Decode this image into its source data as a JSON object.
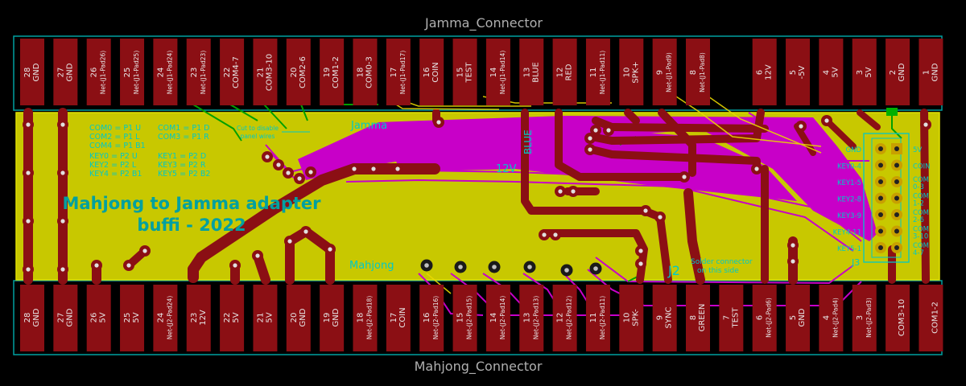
{
  "colors": {
    "background": "#000000",
    "board": "#c8c800",
    "copper_top": "#8b0f14",
    "copper_bottom": "#c800c8",
    "silk": "#00c8c8",
    "outline": "#00a0a0",
    "label_gray": "#b0b0b0",
    "pad_text": "#e8e8e8",
    "green_trace": "#00a000",
    "pad_gold": "#c8a000"
  },
  "top_connector": {
    "name": "Jamma_Connector",
    "pins": [
      {
        "num": "28",
        "label": "GND"
      },
      {
        "num": "27",
        "label": "GND"
      },
      {
        "num": "26",
        "label": "Net-(J1-Pad26)"
      },
      {
        "num": "25",
        "label": "Net-(J1-Pad25)"
      },
      {
        "num": "24",
        "label": "Net-(J1-Pad24)"
      },
      {
        "num": "23",
        "label": "Net-(J1-Pad23)"
      },
      {
        "num": "22",
        "label": "COM4-7"
      },
      {
        "num": "21",
        "label": "COM3-10"
      },
      {
        "num": "20",
        "label": "COM2-6"
      },
      {
        "num": "19",
        "label": "COM1-2"
      },
      {
        "num": "18",
        "label": "COM0-3"
      },
      {
        "num": "17",
        "label": "Net-(J1-Pad17)"
      },
      {
        "num": "16",
        "label": "COIN"
      },
      {
        "num": "15",
        "label": "TEST"
      },
      {
        "num": "14",
        "label": "Net-(J1-Pad14)"
      },
      {
        "num": "13",
        "label": "BLUE"
      },
      {
        "num": "12",
        "label": "RED"
      },
      {
        "num": "11",
        "label": "Net-(J1-Pad11)"
      },
      {
        "num": "10",
        "label": "SPK+"
      },
      {
        "num": "9",
        "label": "Net-(J1-Pad9)"
      },
      {
        "num": "8",
        "label": "Net-(J1-Pad8)"
      },
      {
        "num": "",
        "label": ""
      },
      {
        "num": "6",
        "label": "12V"
      },
      {
        "num": "5",
        "label": "-5V"
      },
      {
        "num": "4",
        "label": "5V"
      },
      {
        "num": "3",
        "label": "5V"
      },
      {
        "num": "2",
        "label": "GND"
      },
      {
        "num": "1",
        "label": "GND"
      }
    ]
  },
  "bottom_connector": {
    "name": "Mahjong_Connector",
    "pins": [
      {
        "num": "28",
        "label": "GND"
      },
      {
        "num": "27",
        "label": "GND"
      },
      {
        "num": "26",
        "label": "5V"
      },
      {
        "num": "25",
        "label": "5V"
      },
      {
        "num": "24",
        "label": "Net-(J2-Pad24)"
      },
      {
        "num": "23",
        "label": "12V"
      },
      {
        "num": "22",
        "label": "5V"
      },
      {
        "num": "21",
        "label": "5V"
      },
      {
        "num": "20",
        "label": "GND"
      },
      {
        "num": "19",
        "label": "GND"
      },
      {
        "num": "18",
        "label": "Net-(J2-Pad18)"
      },
      {
        "num": "17",
        "label": "COIN"
      },
      {
        "num": "16",
        "label": "Net-(J2-Pad16)"
      },
      {
        "num": "15",
        "label": "Net-(J2-Pad15)"
      },
      {
        "num": "14",
        "label": "Net-(J2-Pad14)"
      },
      {
        "num": "13",
        "label": "Net-(J2-Pad13)"
      },
      {
        "num": "12",
        "label": "Net-(J2-Pad12)"
      },
      {
        "num": "11",
        "label": "Net-(J2-Pad11)"
      },
      {
        "num": "10",
        "label": "SPK-"
      },
      {
        "num": "9",
        "label": "SYNC"
      },
      {
        "num": "8",
        "label": "GREEN"
      },
      {
        "num": "7",
        "label": "TEST"
      },
      {
        "num": "6",
        "label": "Net-(J2-Pad6)"
      },
      {
        "num": "5",
        "label": "GND"
      },
      {
        "num": "4",
        "label": "Net-(J2-Pad4)"
      },
      {
        "num": "3",
        "label": "Net-(J2-Pad3)"
      },
      {
        "num": "",
        "label": "COM3-10"
      },
      {
        "num": "",
        "label": "COM1-2"
      }
    ]
  },
  "silkscreen": {
    "title_line1": "Mahjong to Jamma adapter",
    "title_line2": "buffi - 2022",
    "com_legend": [
      "COM0 = P1 U",
      "COM1 = P1 D",
      "COM2 = P1 L",
      "COM3 = P1 R",
      "COM4 = P1 B1"
    ],
    "key_legend": [
      "KEY0 = P2 U",
      "KEY1 = P2 D",
      "KEY2 = P2 L",
      "KEY3 = P2 R",
      "KEY4 = P2 B1",
      "KEY5 = P2 B2"
    ],
    "cut_note_1": "Cut to disable",
    "cut_note_2": "panel wires",
    "jamma_label": "Jamma",
    "mahjong_label": "Mahjong",
    "blue_label": "BLUE",
    "v12_label": "12V",
    "j2_label": "J2",
    "solder_note_1": "Solder connector",
    "solder_note_2": "on this side",
    "j3_label": "J3",
    "j3_left": [
      "GND",
      "KEY0-4",
      "KEY1-5",
      "KEY2-8",
      "KEY3-9",
      "KEY4-11",
      "KEY5-1"
    ],
    "j3_right": [
      "5V",
      "COIN",
      "COM 0-3",
      "COM 1-2",
      "COM 2-6",
      "COM 3-10",
      "COM 4-7"
    ]
  }
}
